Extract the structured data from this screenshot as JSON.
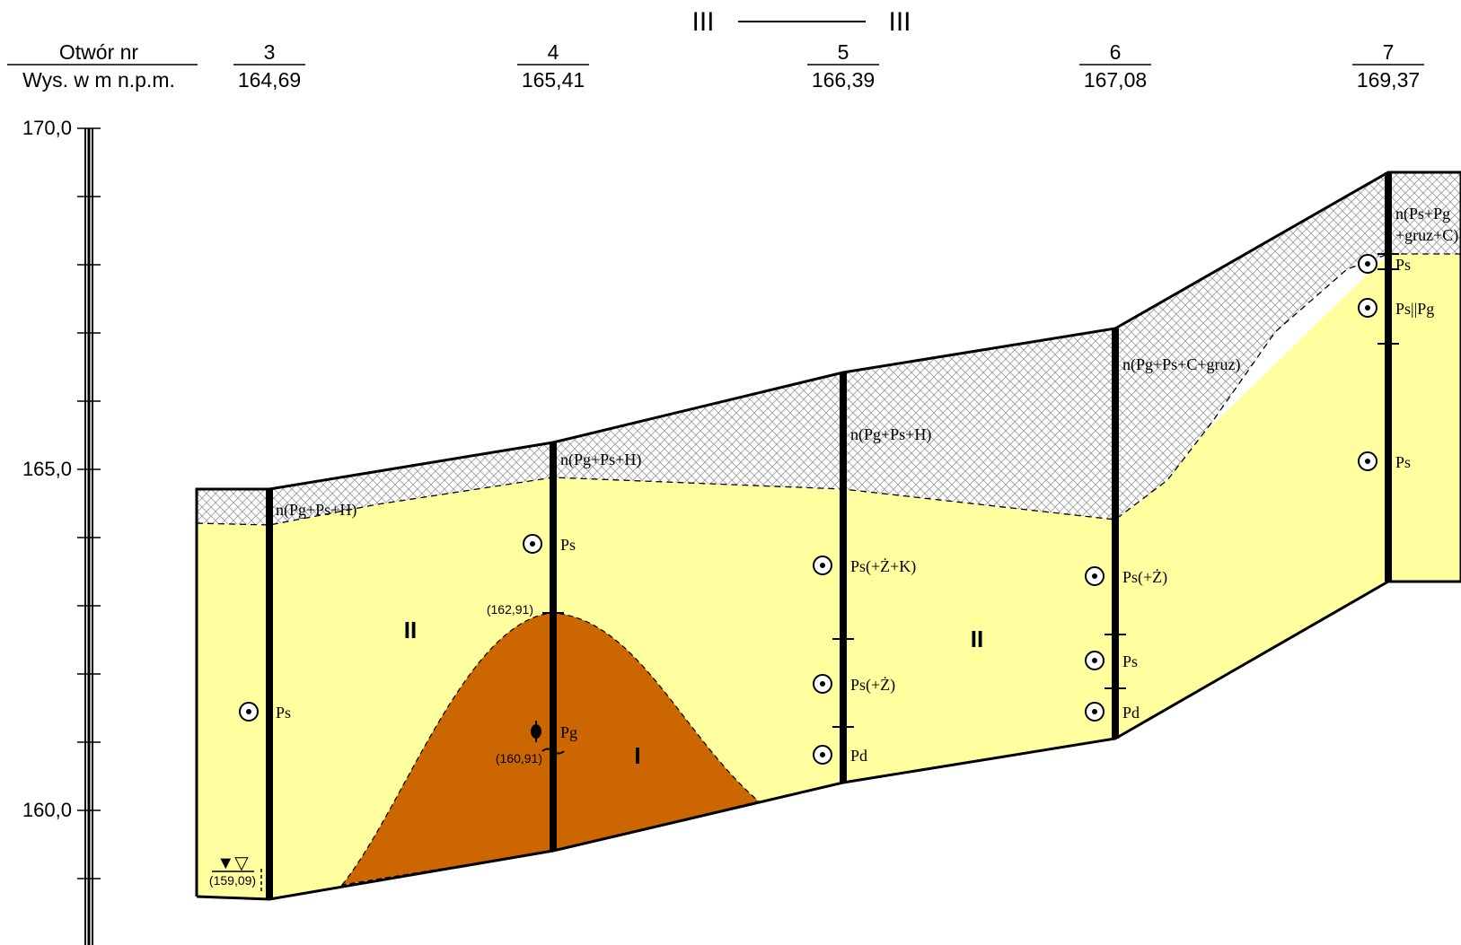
{
  "section": {
    "left_mark": "III",
    "right_mark": "III"
  },
  "header": {
    "label_top": "Otwór nr",
    "label_bottom": "Wys. w m n.p.m."
  },
  "scale": {
    "ymin": 158.0,
    "ymax": 170.0,
    "labels": [
      "170,0",
      "165,0",
      "160,0"
    ],
    "label_values": [
      170,
      165,
      160
    ]
  },
  "boreholes": [
    {
      "id": "3",
      "elev": "164,69"
    },
    {
      "id": "4",
      "elev": "165,41"
    },
    {
      "id": "5",
      "elev": "166,39"
    },
    {
      "id": "6",
      "elev": "167,08"
    },
    {
      "id": "7",
      "elev": "169,37"
    }
  ],
  "layer_labels": [
    {
      "text": "n(Pg+Ps+H)"
    },
    {
      "text": "n(Pg+Ps+H)"
    },
    {
      "text": "n(Pg+Ps+H)"
    },
    {
      "text": "n(Pg+Ps+C+gruz)"
    },
    {
      "text": "n(Ps+Pg"
    },
    {
      "text": "+gruz+C)"
    },
    {
      "text": "Ps"
    },
    {
      "text": "Ps"
    },
    {
      "text": "Pg"
    },
    {
      "text": "Ps(+Ż+K)"
    },
    {
      "text": "Ps(+Ż)"
    },
    {
      "text": "Pd"
    },
    {
      "text": "Ps(+Ż)"
    },
    {
      "text": "Ps"
    },
    {
      "text": "Pd"
    },
    {
      "text": "Ps"
    },
    {
      "text": "Ps||Pg"
    },
    {
      "text": "Ps"
    }
  ],
  "zone_labels": [
    "II",
    "II",
    "I"
  ],
  "annotations": {
    "top_clay": "(162,91)",
    "bottom_clay": "(160,91)",
    "water": "(159,09)",
    "water_symbol": "▼▽"
  },
  "colors": {
    "sand": "#ffffa0",
    "clay": "#cc6600",
    "fill_hatch": "#9a9a9a"
  }
}
